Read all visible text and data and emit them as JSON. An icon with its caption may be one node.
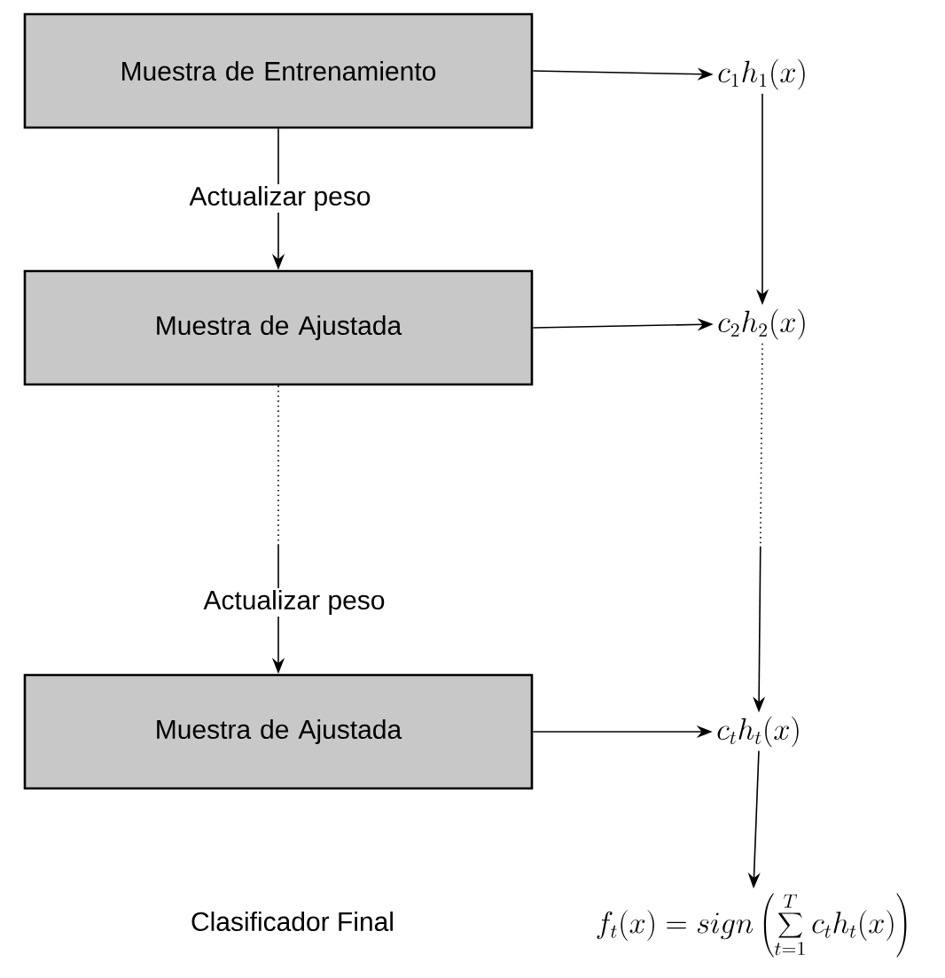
{
  "diagram": {
    "nodes": [
      {
        "text": [
          "Muestra de Entrenamiento"
        ]
      },
      {
        "text": [
          "c_1 h_1(x)"
        ]
      },
      {
        "text": [
          "Muestra de Ajustada"
        ]
      },
      {
        "text": [
          "c_2 h_2(x)"
        ]
      },
      {
        "text": [
          "Muestra de Ajustada"
        ]
      },
      {
        "text": [
          "c_t h_t(x)"
        ]
      },
      {
        "text": [
          "f_t(x) = sign\\left(\\sum_{t=1}^{T} c_t h_t(x)\\right)"
        ]
      }
    ],
    "edges": [
      {
        "from": 0,
        "to": 1,
        "arrow": "to"
      },
      {
        "from": 0,
        "to": 2,
        "arrow": "to",
        "label": "Actualizar peso"
      },
      {
        "from": 1,
        "to": 3,
        "arrow": "to"
      },
      {
        "from": 2,
        "to": 3,
        "arrow": "to"
      },
      {
        "from": 2,
        "to": 4,
        "arrow": "to",
        "label": "Actualizar peso",
        "style": "dashed"
      },
      {
        "from": 3,
        "to": 5,
        "arrow": "to",
        "style": "dashed"
      },
      {
        "from": 4,
        "to": 5,
        "arrow": "to"
      },
      {
        "from": 5,
        "to": 6,
        "arrow": "to"
      }
    ],
    "labels": [
      "Clasificador Final"
    ]
  }
}
